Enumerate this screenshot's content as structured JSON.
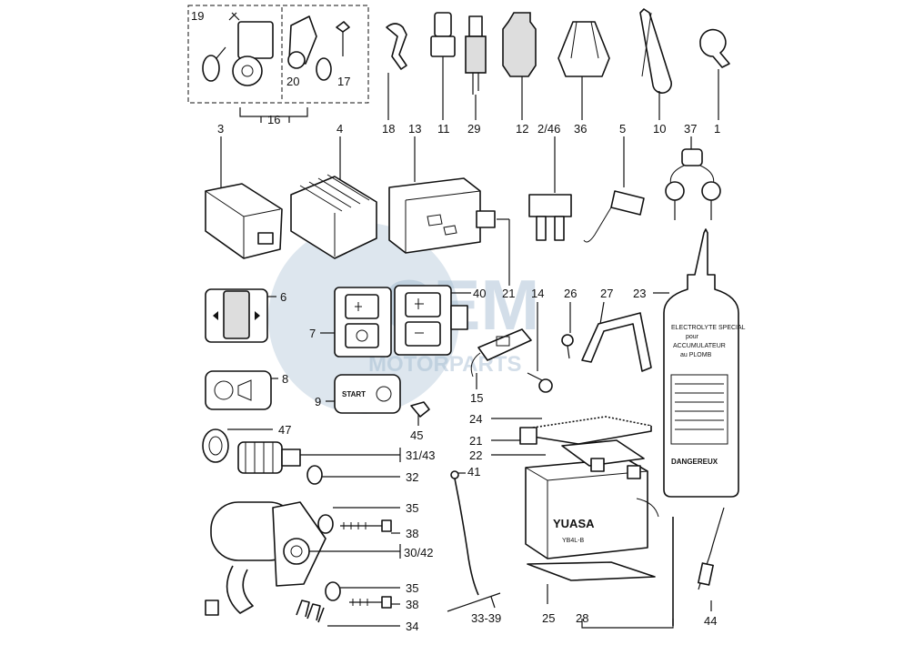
{
  "labels": {
    "l1": "1",
    "l2": "2/46",
    "l3": "3",
    "l4": "4",
    "l5": "5",
    "l6": "6",
    "l7": "7",
    "l8": "8",
    "l9": "9",
    "l10": "10",
    "l11": "11",
    "l12": "12",
    "l13": "13",
    "l14": "14",
    "l15": "15",
    "l16": "16",
    "l17": "17",
    "l18": "18",
    "l19": "19",
    "l20": "20",
    "l21a": "21",
    "l21b": "21",
    "l22": "22",
    "l23": "23",
    "l24": "24",
    "l25": "25",
    "l26": "26",
    "l27": "27",
    "l28": "28",
    "l29": "29",
    "l30": "30/42",
    "l31": "31/43",
    "l32": "32",
    "l33": "33-39",
    "l34": "34",
    "l35a": "35",
    "l35b": "35",
    "l36": "36",
    "l37": "37",
    "l38a": "38",
    "l38b": "38",
    "l40": "40",
    "l41": "41",
    "l44": "44",
    "l45": "45",
    "l47": "47"
  },
  "parts_text": {
    "start_button": "START",
    "battery_brand": "YUASA",
    "battery_model": "YB4L-B",
    "bottle_text_1": "ELECTROLYTE SPECIAL",
    "bottle_text_2": "pour",
    "bottle_text_3": "ACCUMULATEUR",
    "bottle_text_4": "au PLOMB",
    "bottle_warning": "DANGEREUX"
  },
  "watermark": {
    "logo": "CEM",
    "tagline": "MOTORPARTS"
  },
  "colors": {
    "line": "#111111",
    "watermark": "#9fb8cf"
  }
}
